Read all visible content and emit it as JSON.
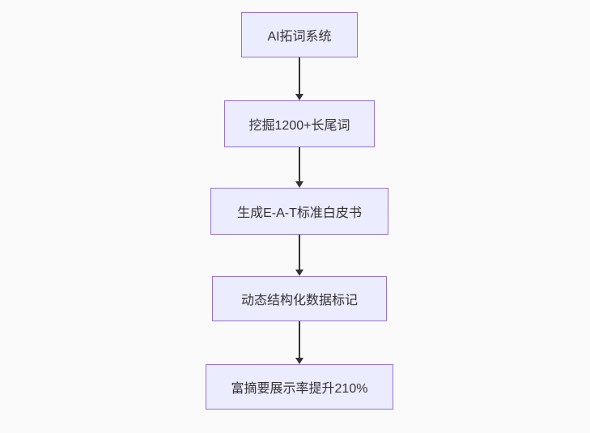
{
  "theme": {
    "background": "#fafafa",
    "node_fill": "#ECECFF",
    "node_border": "#9370DB",
    "text_color": "#333333",
    "arrow_color": "#333333"
  },
  "flowchart": {
    "type": "flowchart",
    "direction": "top-down",
    "nodes": [
      {
        "id": "n1",
        "label": "AI拓词系统"
      },
      {
        "id": "n2",
        "label": "挖掘1200+长尾词"
      },
      {
        "id": "n3",
        "label": "生成E-A-T标准白皮书"
      },
      {
        "id": "n4",
        "label": "动态结构化数据标记"
      },
      {
        "id": "n5",
        "label": "富摘要展示率提升210%"
      }
    ],
    "edges": [
      {
        "from": "n1",
        "to": "n2"
      },
      {
        "from": "n2",
        "to": "n3"
      },
      {
        "from": "n3",
        "to": "n4"
      },
      {
        "from": "n4",
        "to": "n5"
      }
    ]
  }
}
